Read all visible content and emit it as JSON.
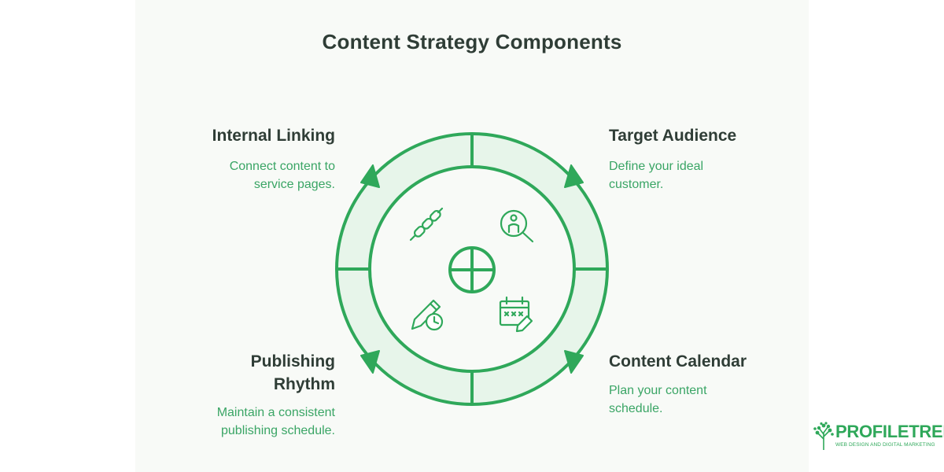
{
  "title": "Content Strategy Components",
  "center_icon": "globe-icon",
  "components": {
    "internal_linking": {
      "heading": "Internal Linking",
      "desc_lines": [
        "Connect content to",
        "service pages."
      ],
      "icon": "chain-link-icon"
    },
    "target_audience": {
      "heading": "Target Audience",
      "desc_lines": [
        "Define your ideal",
        "customer."
      ],
      "icon": "person-search-icon"
    },
    "publishing_rhythm": {
      "heading_lines": [
        "Publishing",
        "Rhythm"
      ],
      "desc_lines": [
        "Maintain a consistent",
        "publishing schedule."
      ],
      "icon": "pencil-clock-icon"
    },
    "content_calendar": {
      "heading": "Content Calendar",
      "desc_lines": [
        "Plan your content",
        "schedule."
      ],
      "icon": "calendar-edit-icon"
    }
  },
  "logo": {
    "word": "PROFILETREE",
    "tagline": "WEB DESIGN AND DIGITAL MARKETING",
    "icon": "tree-icon"
  },
  "colors": {
    "title": "#2f3d36",
    "accent": "#2fa85a",
    "ring_fill": "#e7f5ea",
    "desc": "#3aa565"
  }
}
